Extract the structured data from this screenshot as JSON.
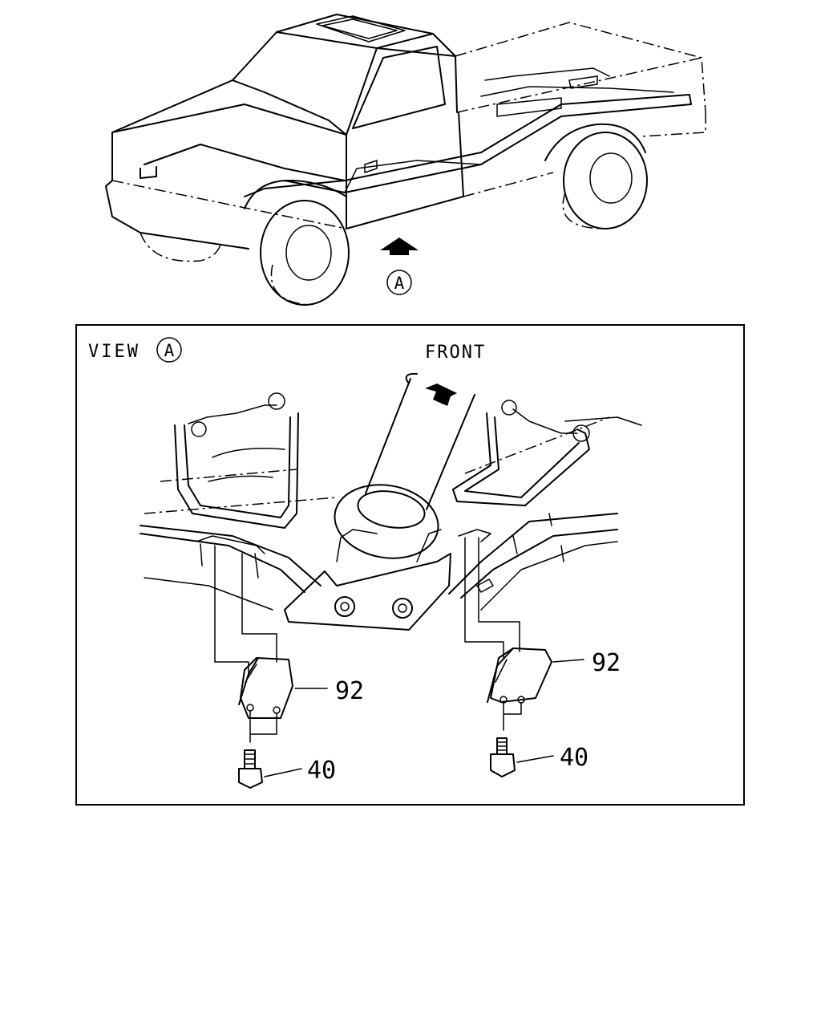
{
  "callout_marker": "A",
  "view_panel": {
    "view_label": "VIEW",
    "view_marker": "A",
    "front_label": "FRONT"
  },
  "parts": {
    "bracket_left": "92",
    "bracket_right": "92",
    "bolt_left": "40",
    "bolt_right": "40"
  }
}
